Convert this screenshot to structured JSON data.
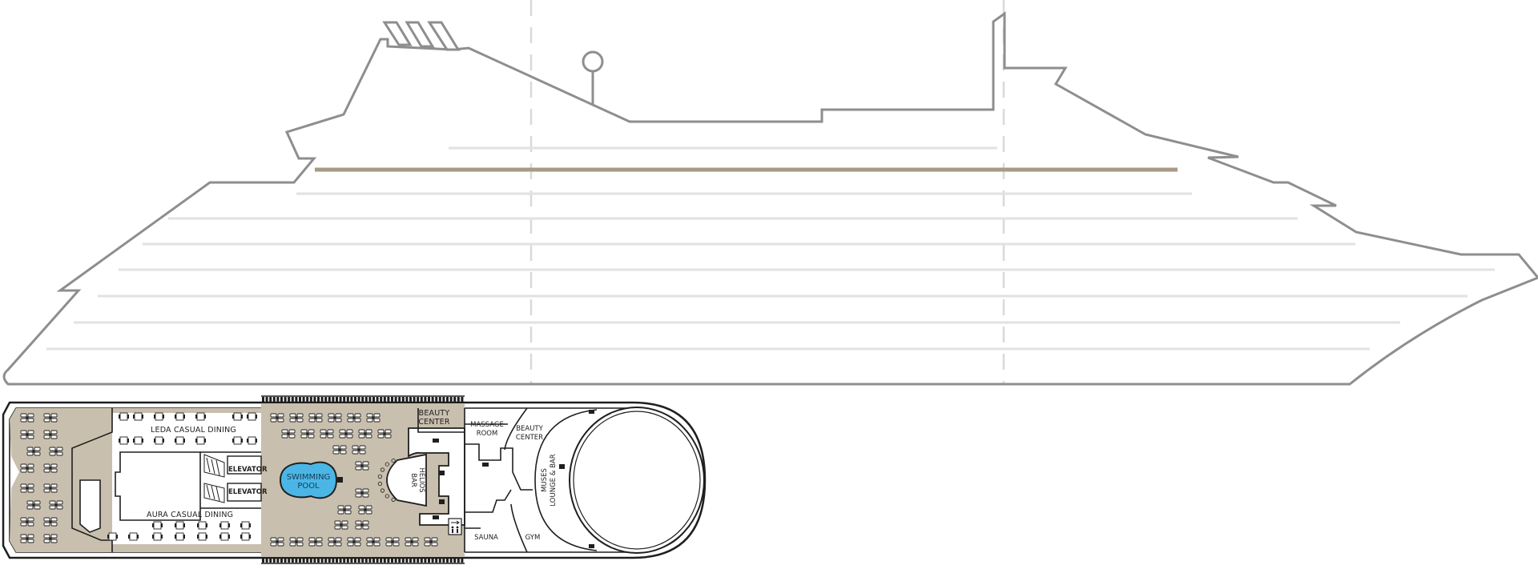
{
  "colors": {
    "outline": "#8e8e8e",
    "deck_stripe": "#e2e2e2",
    "highlighted_deck": "#a89a84",
    "dashed_divider": "#d9d9d9",
    "open_deck_fill": "#c9bfae",
    "pool_water": "#4bb6e6",
    "wall": "#1f1f1f"
  },
  "highlighted_deck_index": 0,
  "labels": {
    "leda": "LEDA CASUAL DINING",
    "aura": "AURA CASUAL DINING",
    "elevator_1": "ELEVATOR",
    "elevator_2": "ELEVATOR",
    "pool_line1": "SWIMMING",
    "pool_line2": "POOL",
    "helios_line1": "HELIOS",
    "helios_line2": "BAR",
    "beauty_center_1_line1": "BEAUTY",
    "beauty_center_1_line2": "CENTER",
    "massage_line1": "MASSAGE",
    "massage_line2": "ROOM",
    "beauty_center_2_line1": "BEAUTY",
    "beauty_center_2_line2": "CENTER",
    "muses_line1": "MUSES",
    "muses_line2": "LOUNGE & BAR",
    "sauna": "SAUNA",
    "gym": "GYM"
  },
  "icons": [
    "restroom-icon",
    "lounge-chair-icon",
    "dining-table-icon",
    "staircase-icon"
  ]
}
